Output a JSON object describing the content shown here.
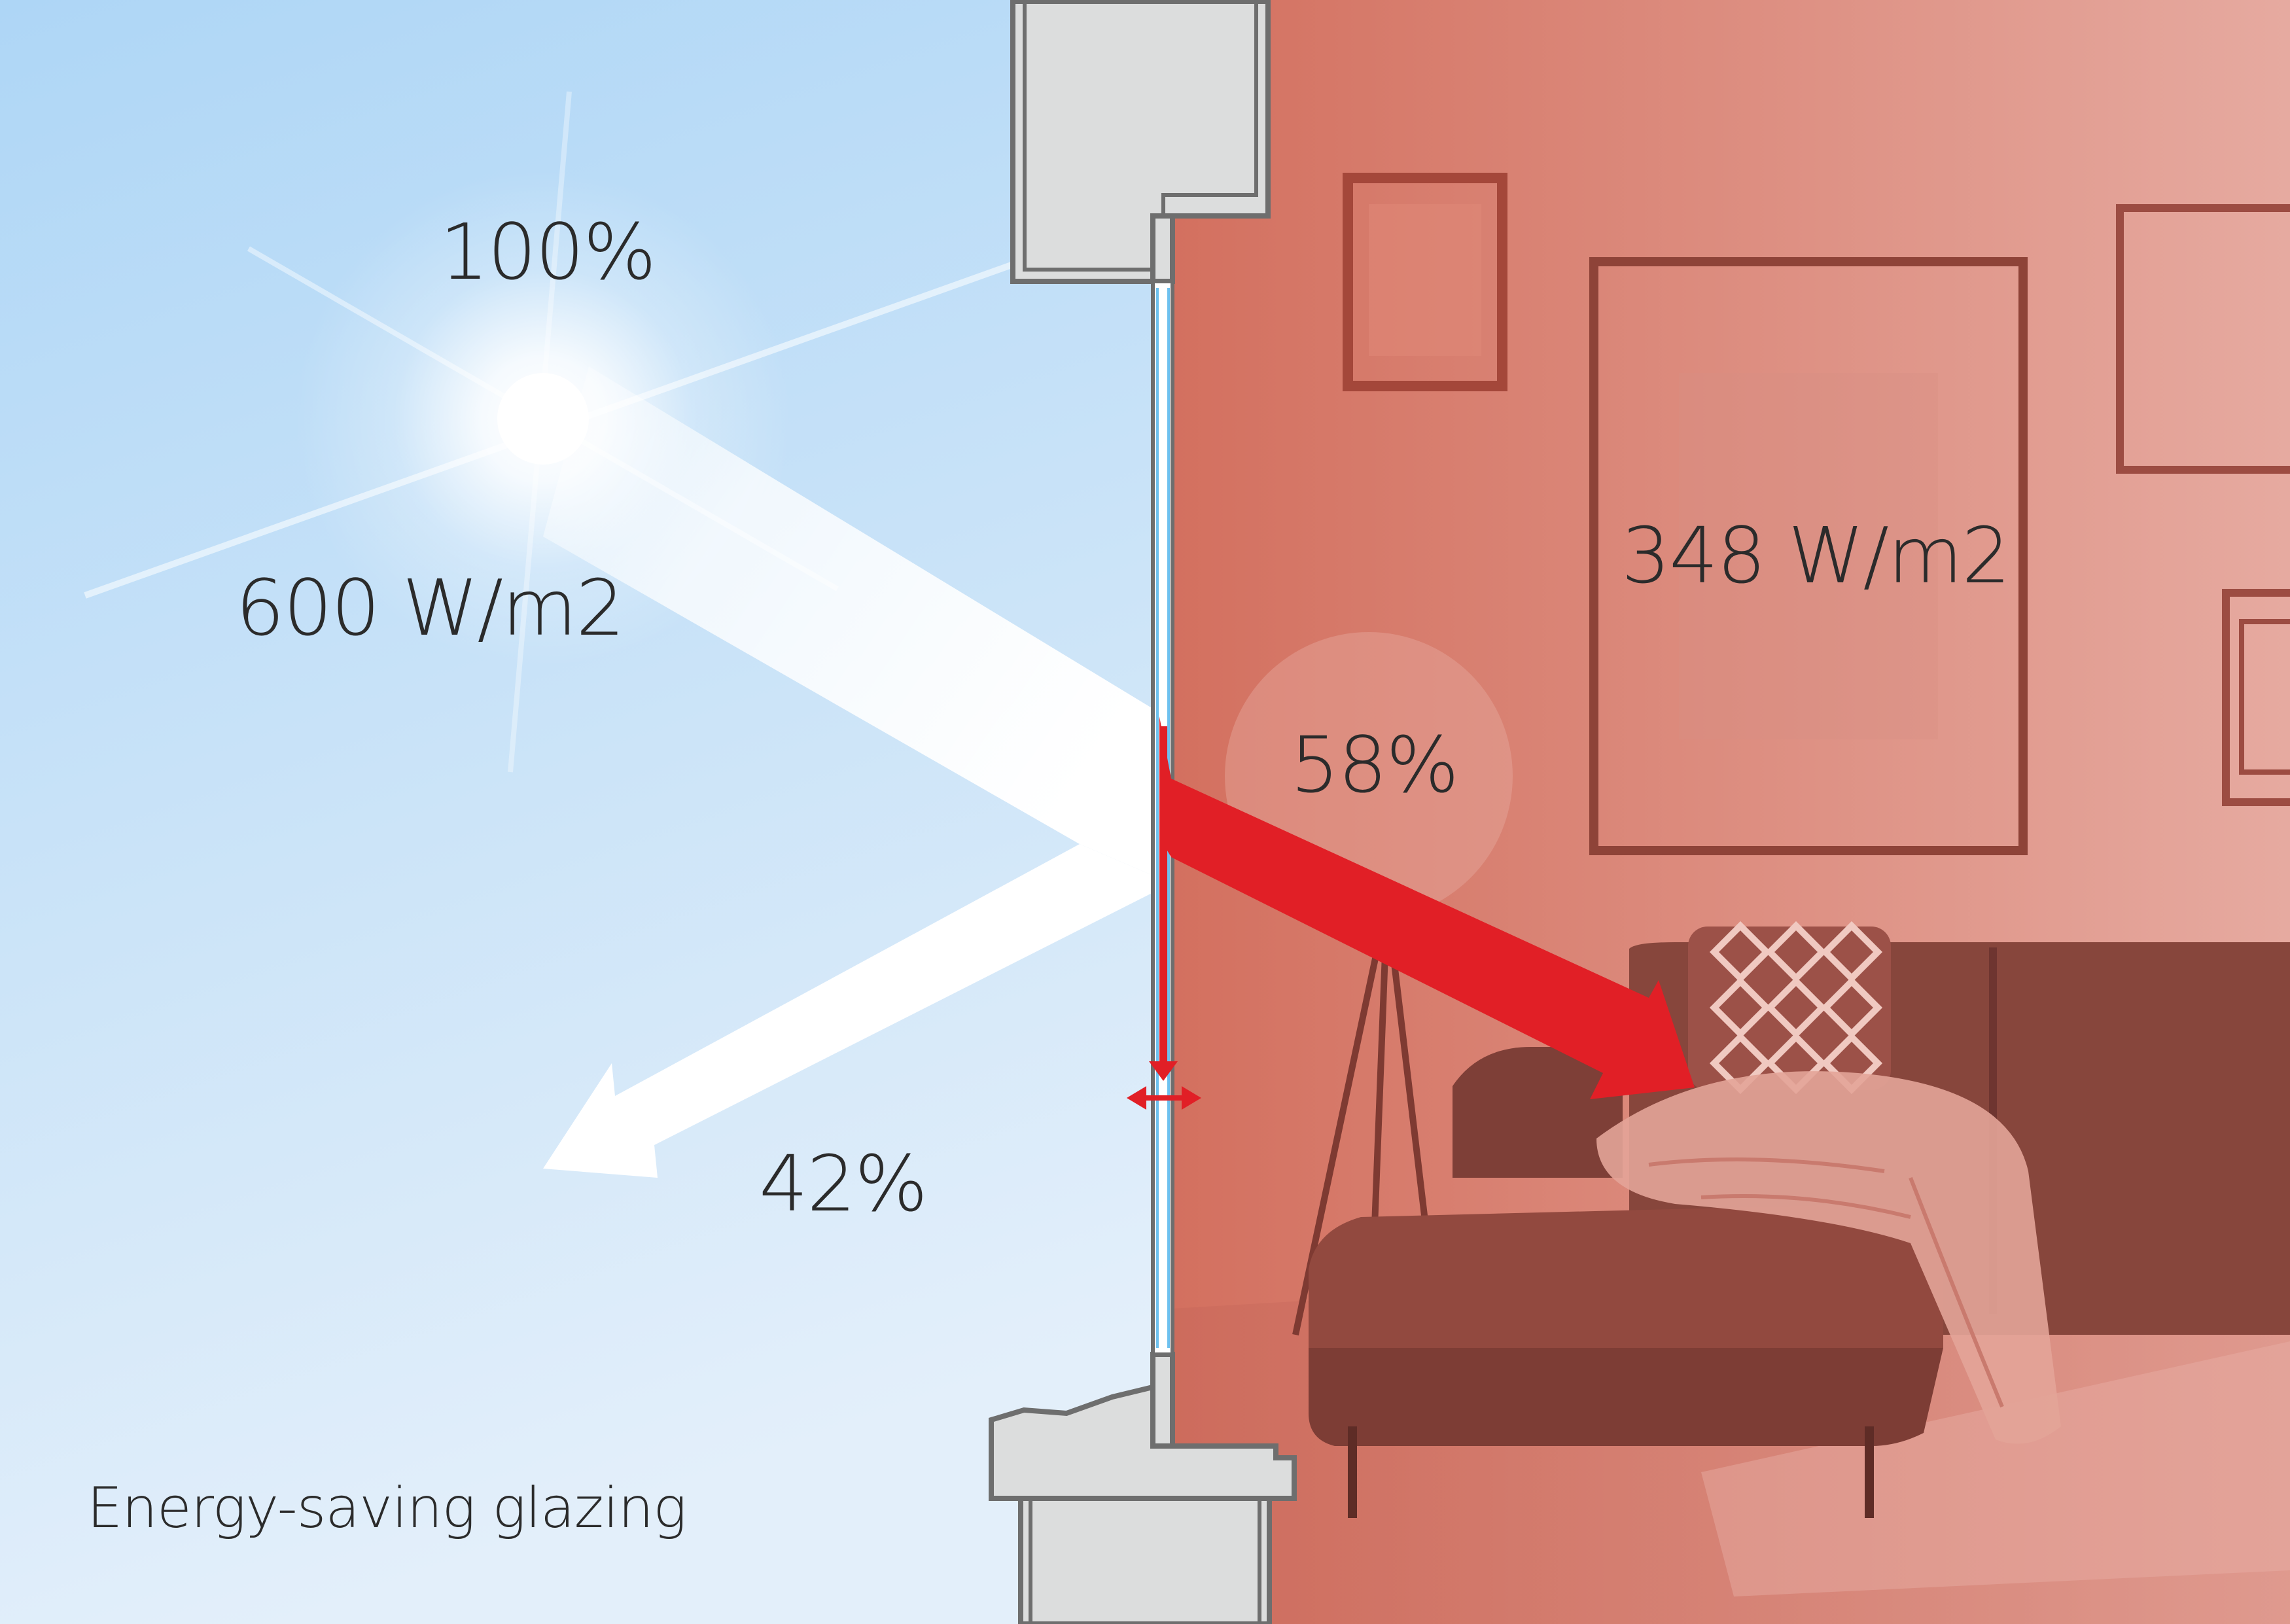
{
  "labels": {
    "incoming_percent": "100%",
    "incoming_power": "600 W/m2",
    "reflected_percent": "42%",
    "transmitted_percent": "58%",
    "transmitted_power": "348 W/m2",
    "title": "Energy-saving glazing"
  },
  "colors": {
    "sky_top": "#aed6f6",
    "sky_bottom": "#e2effa",
    "room_left": "#d47466",
    "room_right": "#e4a79c",
    "transmitted_arrow": "#e11f26",
    "frame": "#dcdddd",
    "frame_outline": "#6e6e6e",
    "glass": "#ffffff"
  },
  "icons": [
    "sun-icon",
    "reflected-arrow-icon",
    "transmitted-arrow-icon",
    "glass-thickness-arrow-icon"
  ]
}
